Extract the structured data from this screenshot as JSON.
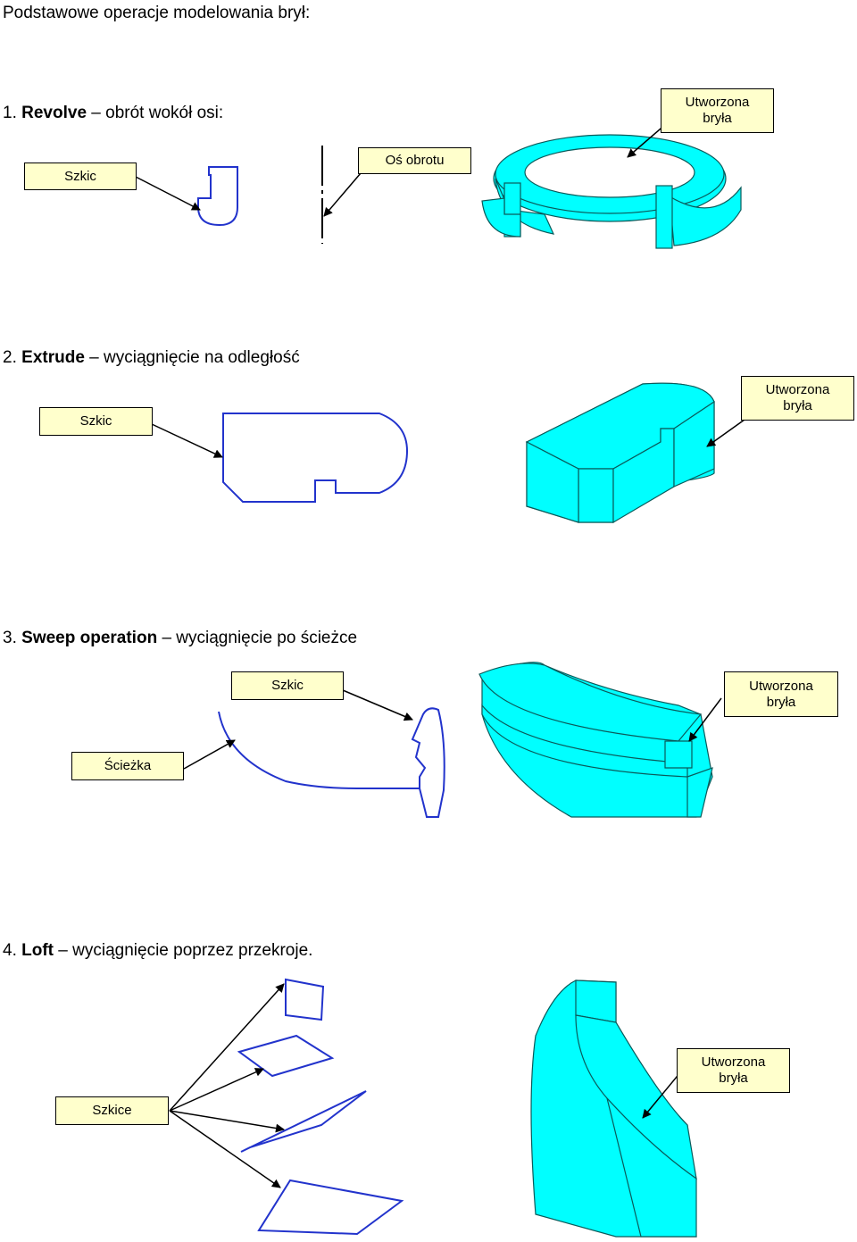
{
  "page": {
    "title": "Podstawowe operacje modelowania brył:"
  },
  "sections": [
    {
      "number": "1.",
      "term": "Revolve",
      "description": "– obrót wokół osi:",
      "labels": {
        "sketch": "Szkic",
        "axis": "Oś obrotu",
        "result_line1": "Utworzona",
        "result_line2": "bryła"
      }
    },
    {
      "number": "2.",
      "term": "Extrude",
      "description": "– wyciągnięcie na odległość",
      "labels": {
        "sketch": "Szkic",
        "result_line1": "Utworzona",
        "result_line2": "bryła"
      }
    },
    {
      "number": "3.",
      "term": "Sweep operation",
      "description": "– wyciągnięcie po ścieżce",
      "labels": {
        "sketch": "Szkic",
        "path": "Ścieżka",
        "result_line1": "Utworzona",
        "result_line2": "bryła"
      }
    },
    {
      "number": "4.",
      "term": "Loft",
      "description": "– wyciągnięcie poprzez przekroje.",
      "labels": {
        "sketches": "Szkice",
        "result_line1": "Utworzona",
        "result_line2": "bryła"
      }
    }
  ],
  "colors": {
    "solid_fill": "#00ffff",
    "solid_edge": "#0a5a5a",
    "sketch_line": "#2233cc",
    "label_bg": "#ffffcc"
  }
}
